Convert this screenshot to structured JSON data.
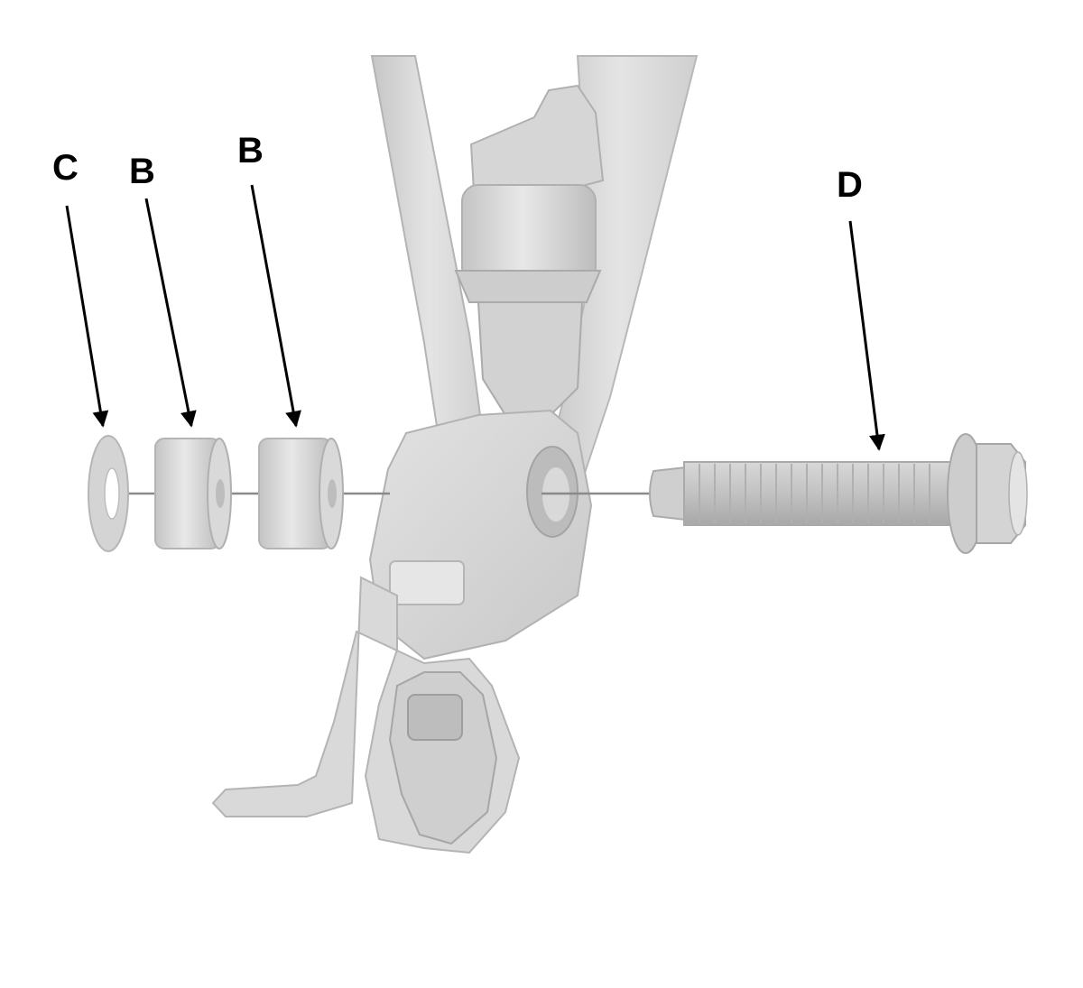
{
  "callouts": [
    {
      "id": "c",
      "label": "C"
    },
    {
      "id": "b1",
      "label": "B"
    },
    {
      "id": "b2",
      "label": "B"
    },
    {
      "id": "d",
      "label": "D"
    }
  ],
  "colors": {
    "part_light": "#e4e4e4",
    "part_mid": "#cfcfcf",
    "part_dark": "#a9a9a9",
    "part_edge": "#bdbdbd",
    "leader": "#000000",
    "background": "#ffffff"
  }
}
